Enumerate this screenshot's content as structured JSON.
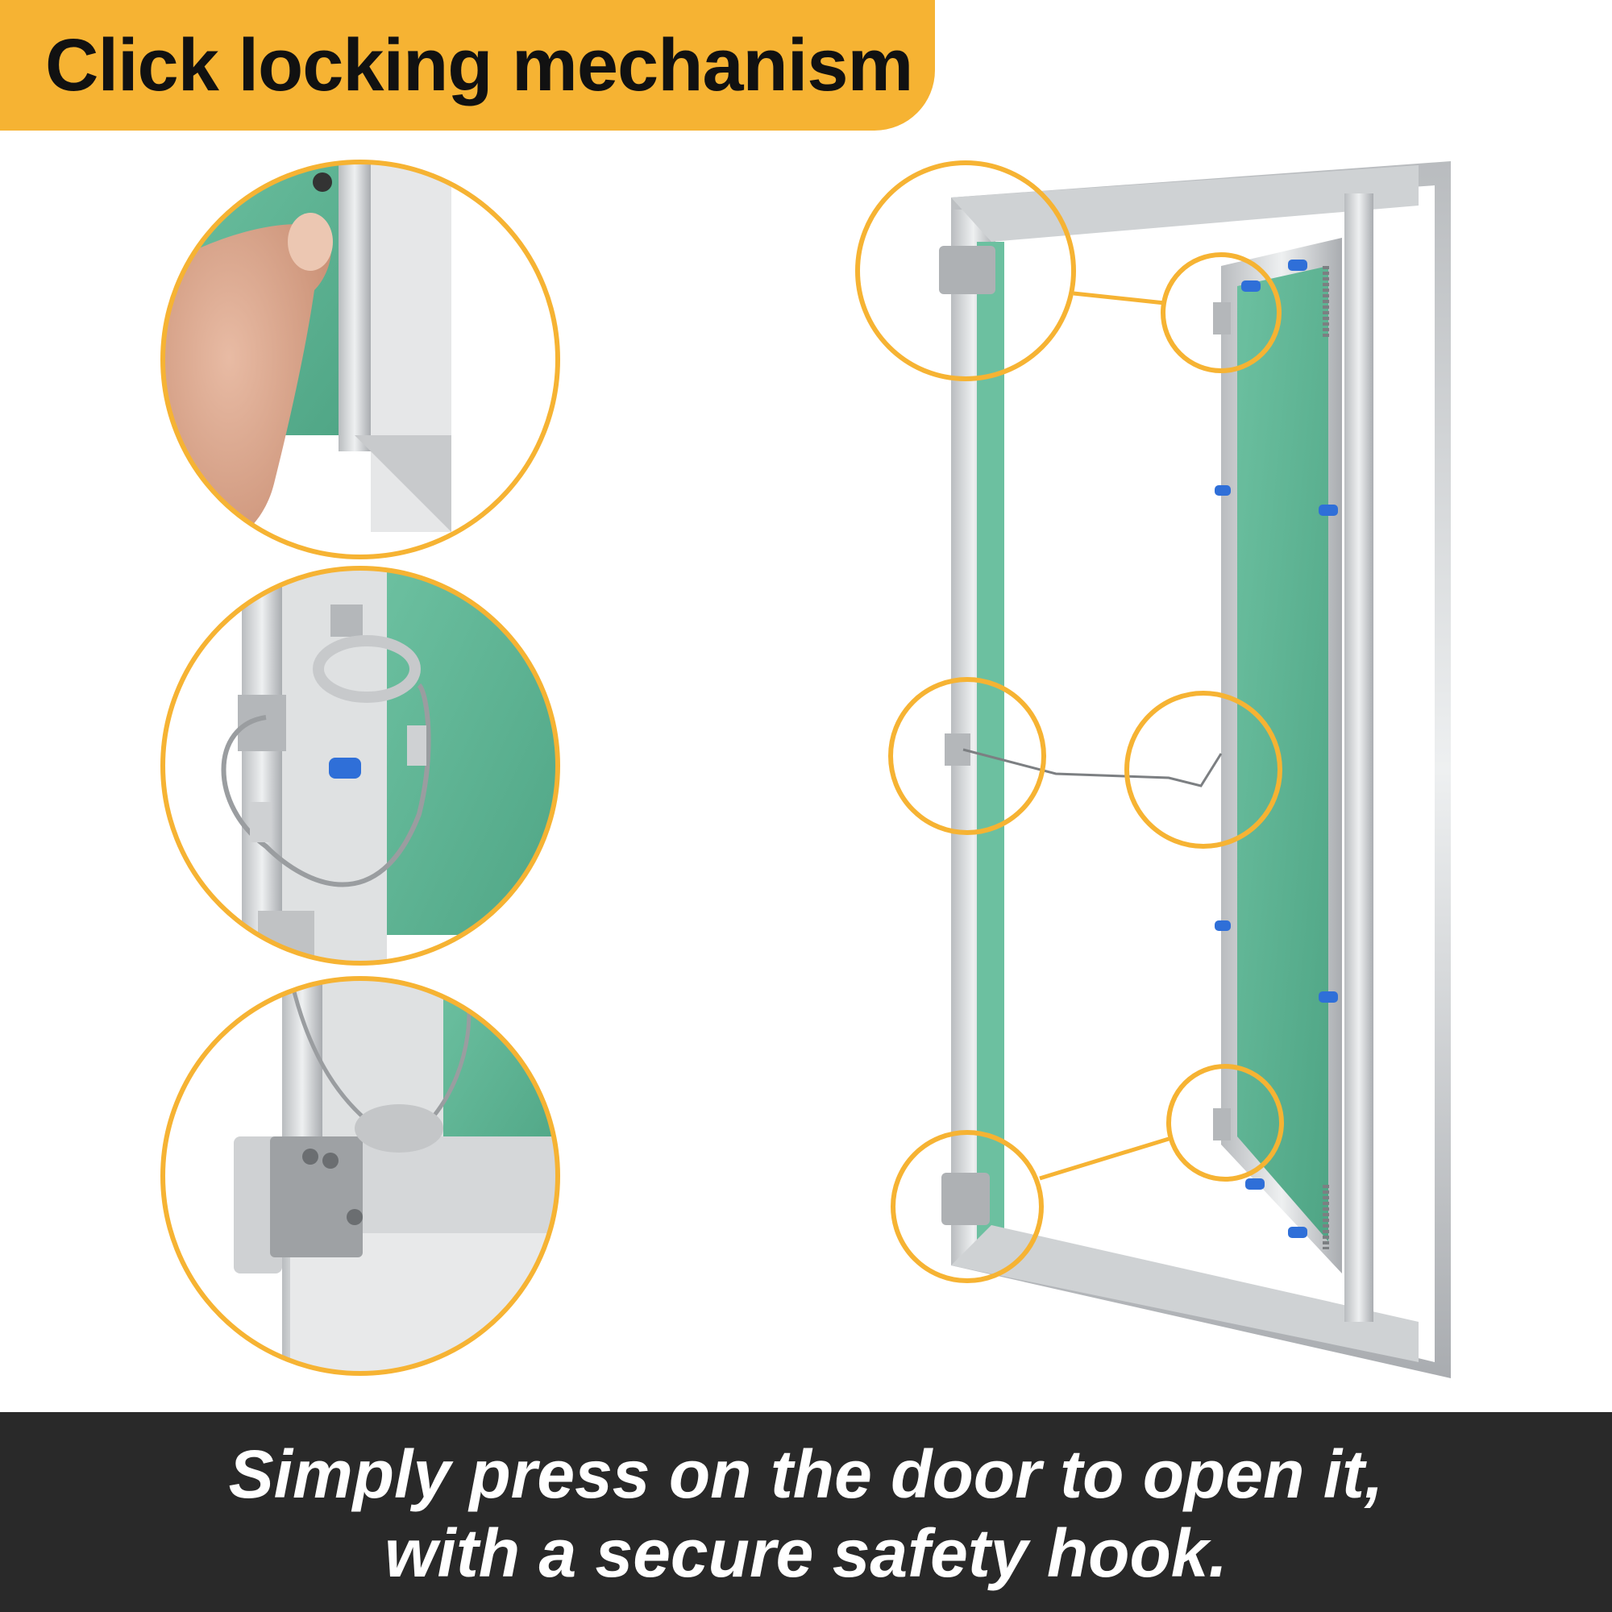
{
  "title": "Click locking mechanism",
  "caption": {
    "line1": "Simply press on the door to open it,",
    "line2": "with a secure safety hook."
  },
  "colors": {
    "accent": "#f6b333",
    "caption_bg": "#292929",
    "panel_green": "#5fb494",
    "aluminum": "#d4d6d8",
    "plastic_pin": "#2f6fd8"
  },
  "icons": {
    "detail_thumb_press": "thumb-press-detail-photo",
    "detail_safety_hook": "safety-hook-detail-photo",
    "detail_latch": "click-latch-detail-photo",
    "product": "access-panel-door-photo"
  }
}
